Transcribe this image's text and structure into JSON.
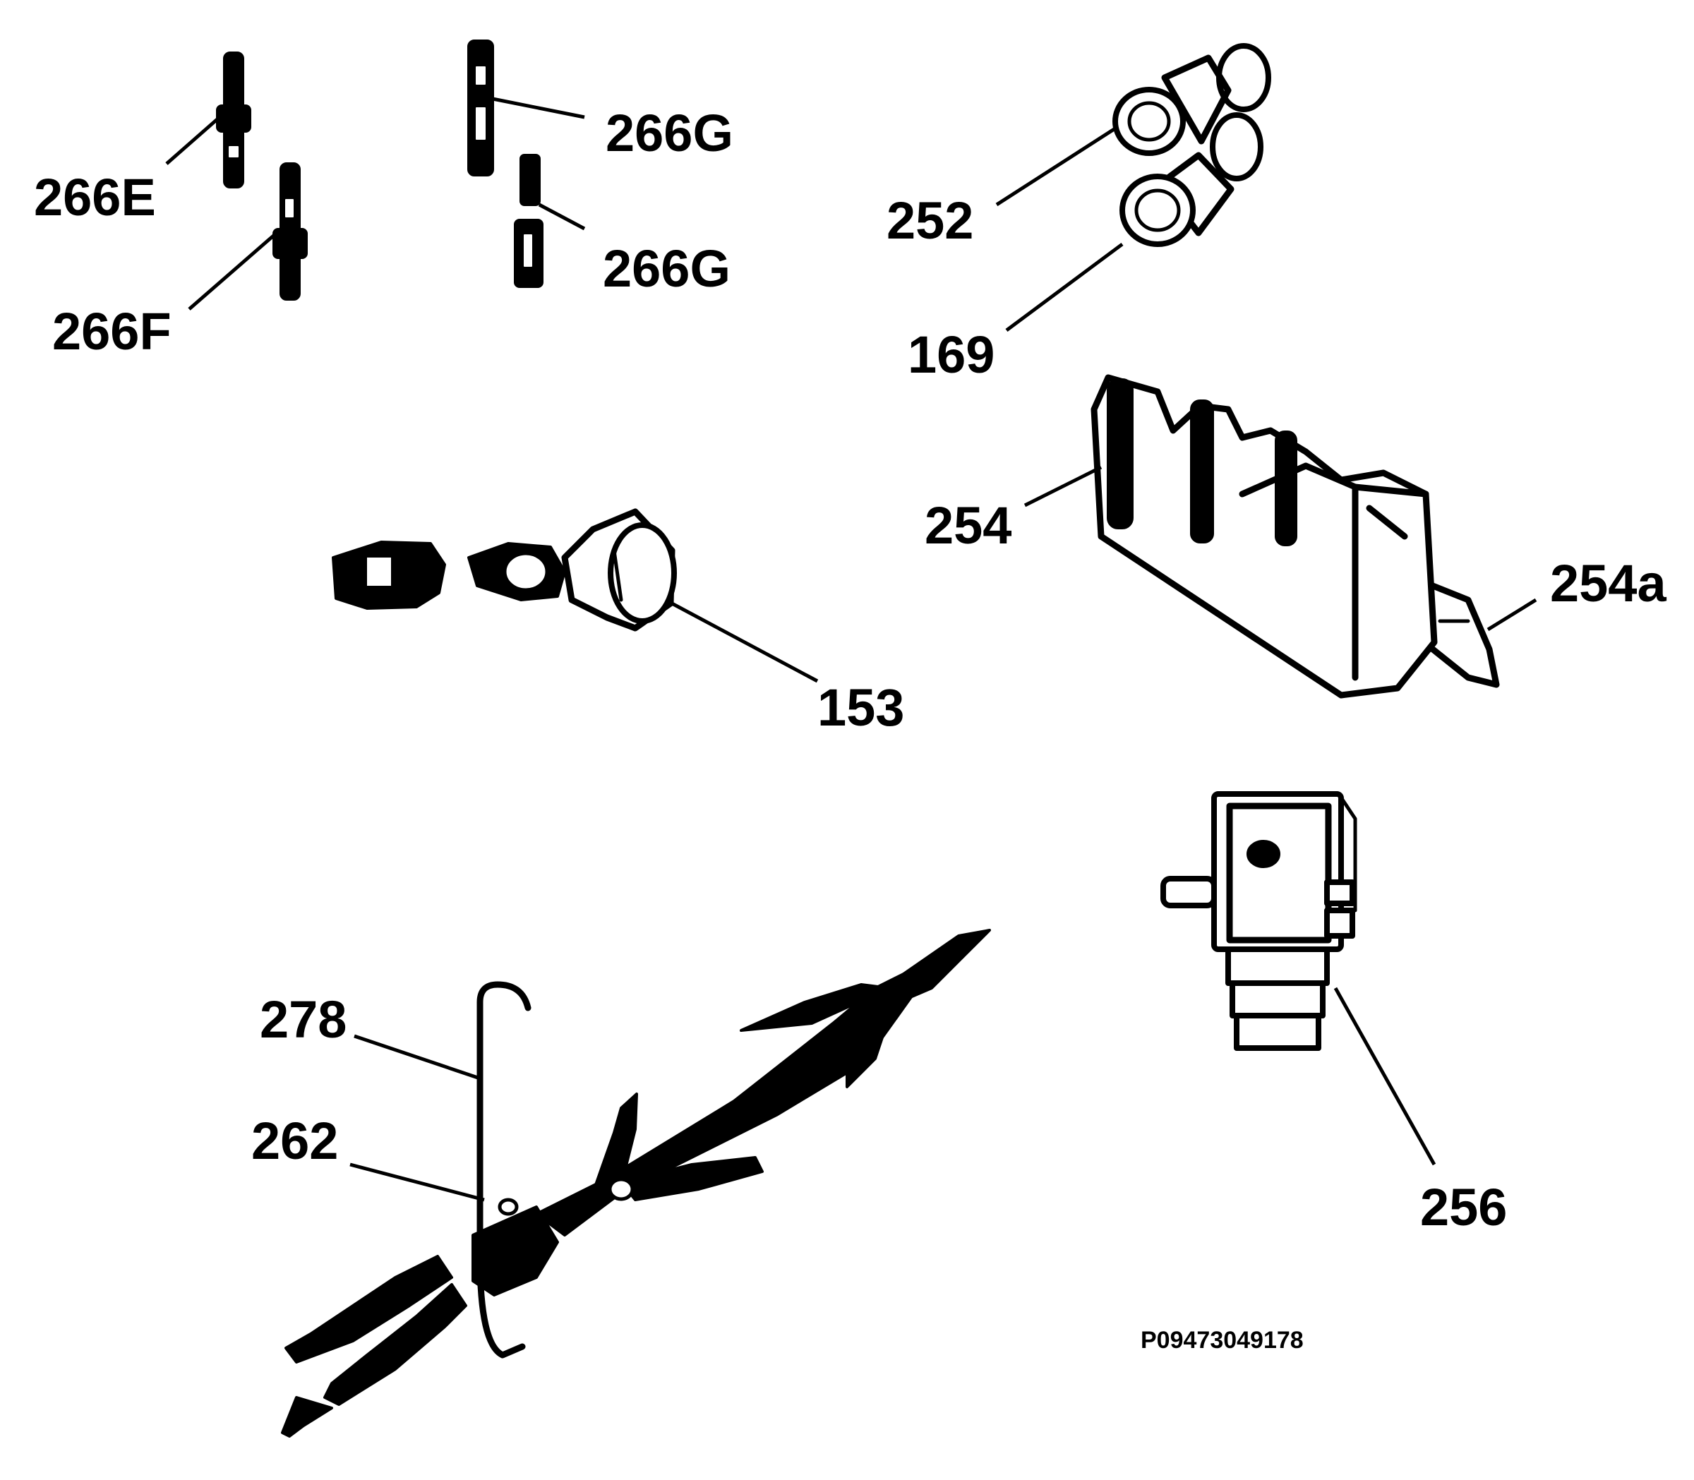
{
  "labels": {
    "l266E": "266E",
    "l266F": "266F",
    "l266G_top": "266G",
    "l266G_bottom": "266G",
    "l252": "252",
    "l169": "169",
    "l254": "254",
    "l254a": "254a",
    "l153": "153",
    "l278": "278",
    "l262": "262",
    "l256": "256"
  },
  "reference_code": "P09473049178",
  "colors": {
    "ink": "#000000",
    "background": "#ffffff"
  }
}
